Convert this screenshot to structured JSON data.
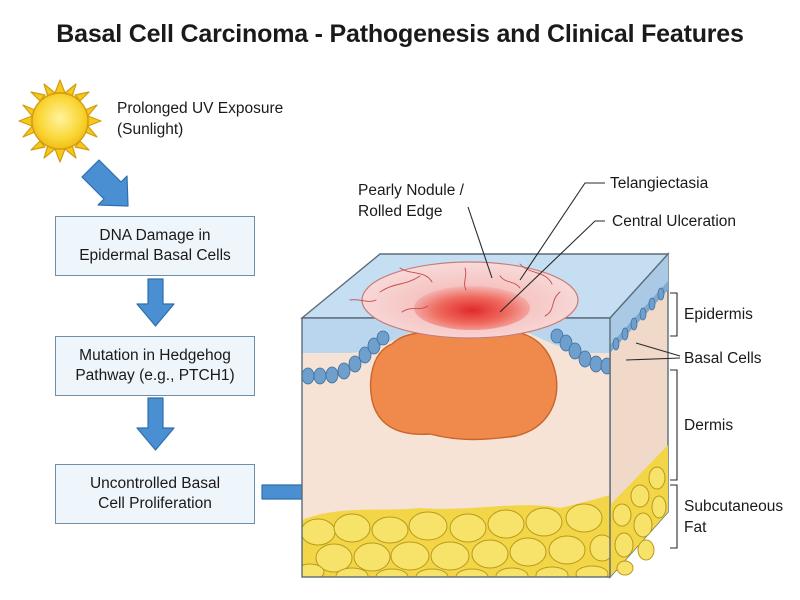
{
  "title": "Basal Cell Carcinoma - Pathogenesis and Clinical Features",
  "pathway": {
    "trigger": {
      "line1": "Prolonged UV Exposure",
      "line2": "(Sunlight)",
      "icon": "sun-icon"
    },
    "steps": [
      {
        "line1": "DNA Damage in",
        "line2": "Epidermal Basal Cells"
      },
      {
        "line1": "Mutation in Hedgehog",
        "line2": "Pathway (e.g., PTCH1)"
      },
      {
        "line1": "Uncontrolled Basal",
        "line2": "Cell Proliferation"
      }
    ]
  },
  "skin": {
    "lesion_labels": {
      "pearly_line1": "Pearly Nodule /",
      "pearly_line2": "Rolled Edge",
      "telangiectasia": "Telangiectasia",
      "ulceration": "Central Ulceration"
    },
    "layers": {
      "epidermis": "Epidermis",
      "basal_cells": "Basal Cells",
      "dermis": "Dermis",
      "subcut_line1": "Subcutaneous",
      "subcut_line2": "Fat"
    }
  },
  "colors": {
    "arrow": "#4a8fd1",
    "epidermis": "#b9d6ee",
    "dermis": "#f6e3d6",
    "tumor": "#ef8a4c",
    "fat": "#f5df52",
    "ulcer": "#e23b3b"
  }
}
